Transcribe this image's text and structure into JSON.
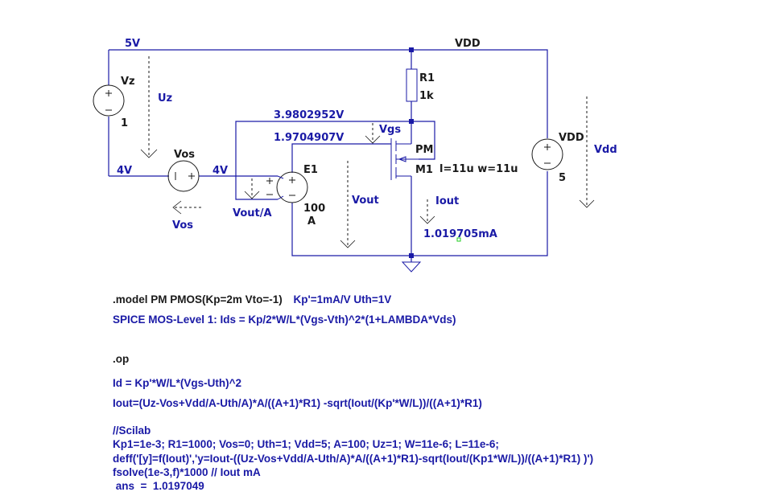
{
  "schematic": {
    "nets": {
      "top_left": "5V",
      "top_right": "VDD",
      "left_mid": "4V",
      "vos_right": "4V",
      "source_node": "3.9802952V",
      "gate_node": "1.9704907V",
      "iout_value": "1.019705mA"
    },
    "components": {
      "vz_name": "Vz",
      "vz_value": "1",
      "vos_name": "Vos",
      "e1_name": "E1",
      "e1_value": "100",
      "e1_value2": "A",
      "r1_name": "R1",
      "r1_value": "1k",
      "m1_model": "PM",
      "m1_name": "M1",
      "m1_params": "l=11u w=11u",
      "vdd_name": "VDD",
      "vdd_value": "5"
    },
    "annotations": {
      "uz": "Uz",
      "vos": "Vos",
      "vout_a": "Vout/A",
      "vgs": "Vgs",
      "vout": "Vout",
      "iout": "Iout",
      "vdd": "Vdd"
    }
  },
  "text": {
    "model_line_black": ".model PM PMOS(Kp=2m Vto=-1)",
    "model_line_blue": "Kp'=1mA/V  Uth=1V",
    "spice_line": "SPICE MOS-Level 1:   Ids = Kp/2*W/L*(Vgs-Vth)^2*(1+LAMBDA*Vds)",
    "op": ".op",
    "id_eq": "Id = Kp'*W/L*(Vgs-Uth)^2",
    "iout_eq": "Iout=(Uz-Vos+Vdd/A-Uth/A)*A/((A+1)*R1) -sqrt(Iout/(Kp'*W/L))/((A+1)*R1)",
    "scilab_comment": "//Scilab",
    "scilab_params": "Kp1=1e-3; R1=1000; Vos=0; Uth=1; Vdd=5; A=100; Uz=1; W=11e-6; L=11e-6;",
    "scilab_deff": "deff('[y]=f(Iout)','y=Iout-((Uz-Vos+Vdd/A-Uth/A)*A/((A+1)*R1)-sqrt(Iout/(Kp1*W/L))/((A+1)*R1) )')",
    "scilab_fsolve": "fsolve(1e-3,f)*1000  // Iout mA",
    "scilab_ans": " ans  =  1.0197049"
  }
}
